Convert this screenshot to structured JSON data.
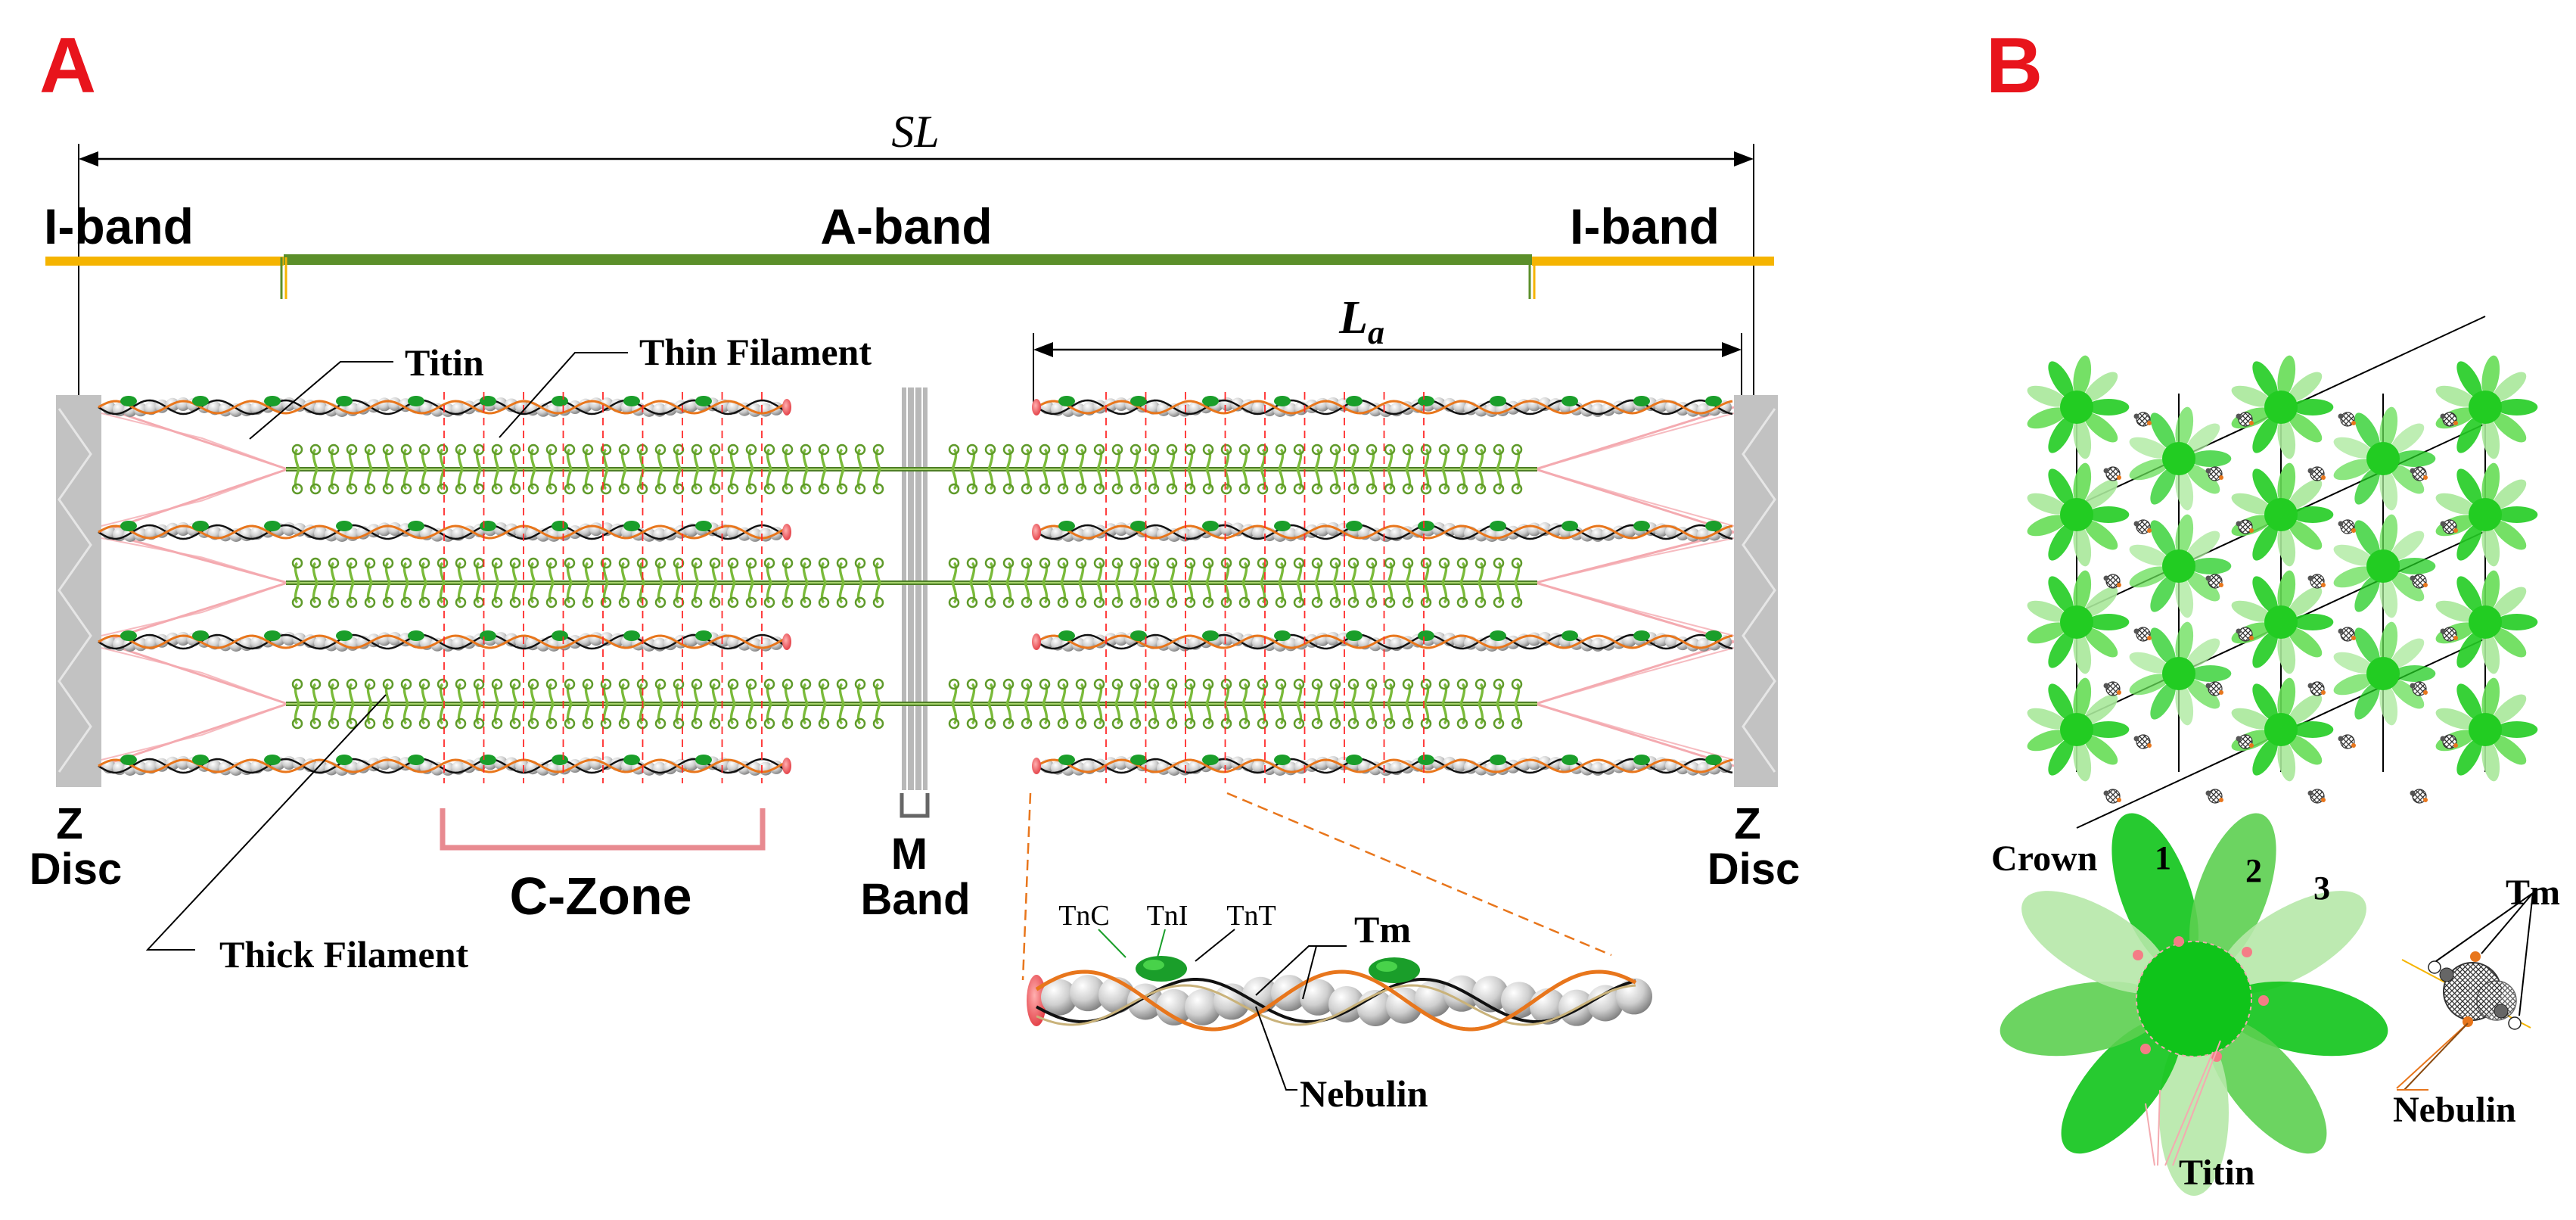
{
  "panel_a": {
    "label": "A",
    "sl_label": "SL",
    "i_band_left": "I-band",
    "a_band": "A-band",
    "i_band_right": "I-band",
    "la_label": "L",
    "la_subscript": "a",
    "titin": "Titin",
    "thin_filament": "Thin Filament",
    "thick_filament": "Thick Filament",
    "z_disc_left": [
      "Z",
      "Disc"
    ],
    "z_disc_right": [
      "Z",
      "Disc"
    ],
    "c_zone": "C-Zone",
    "m_band": [
      "M",
      "Band"
    ],
    "inset": {
      "tnc": "TnC",
      "tni": "TnI",
      "tnt": "TnT",
      "tm": "Tm",
      "nebulin": "Nebulin"
    }
  },
  "panel_b": {
    "label": "B",
    "crown": "Crown",
    "crown_numbers": [
      "1",
      "2",
      "3"
    ],
    "titin": "Titin",
    "tm": "Tm",
    "nebulin": "Nebulin"
  },
  "colors": {
    "panel_label": "#e8141c",
    "i_band": "#f5b400",
    "a_band": "#5b8f2a",
    "myosin": "#7aba3a",
    "troponin": "#1a9e2a",
    "tropomyosin": "#e8761c",
    "titin": "#f4aab0",
    "z_disc": "#c2c2c2",
    "c_zone": "#e88a90",
    "cross_bridge": "#ff2a2a",
    "lattice_thick": "#22cc22"
  }
}
